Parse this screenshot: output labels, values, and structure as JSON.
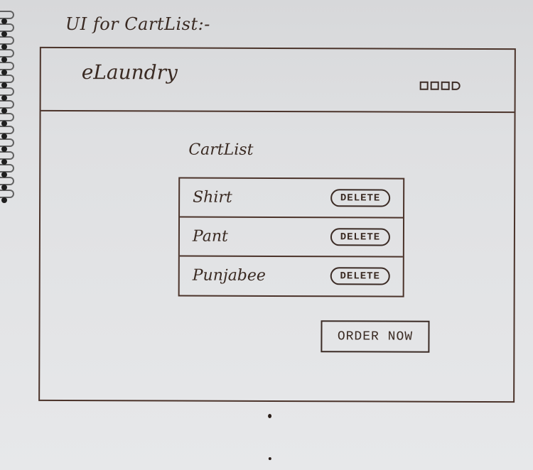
{
  "sketch": {
    "heading": "UI for CartList:-"
  },
  "app": {
    "title": "eLaundry",
    "window_icons": [
      {
        "icon": "square-icon"
      },
      {
        "icon": "square-icon"
      },
      {
        "icon": "square-icon"
      },
      {
        "icon": "close-icon"
      }
    ]
  },
  "cart": {
    "title": "CartList",
    "items": [
      {
        "name": "Shirt",
        "action": "DELETE"
      },
      {
        "name": "Pant",
        "action": "DELETE"
      },
      {
        "name": "Punjabee",
        "action": "DELETE"
      }
    ],
    "order_label": "ORDER NOW"
  },
  "colors": {
    "ink": "#3a2a22",
    "paper": "#e2e3e5"
  }
}
